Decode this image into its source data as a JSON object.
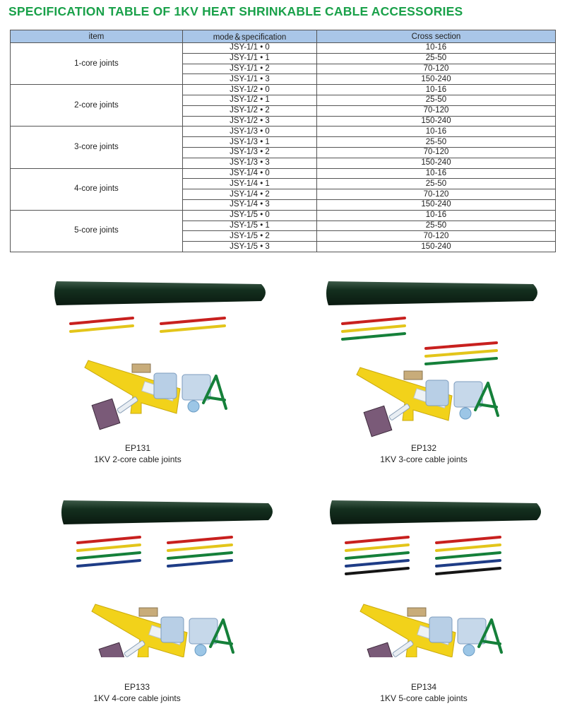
{
  "page_title": "SPECIFICATION TABLE OF 1KV HEAT SHRINKABLE CABLE ACCESSORIES",
  "table": {
    "headers": [
      "item",
      "mode＆specification",
      "Cross section"
    ],
    "groups": [
      {
        "item": "1-core joints",
        "rows": [
          [
            "JSY-1/1 • 0",
            "10-16"
          ],
          [
            "JSY-1/1 • 1",
            "25-50"
          ],
          [
            "JSY-1/1 • 2",
            "70-120"
          ],
          [
            "JSY-1/1 • 3",
            "150-240"
          ]
        ]
      },
      {
        "item": "2-core joints",
        "rows": [
          [
            "JSY-1/2 • 0",
            "10-16"
          ],
          [
            "JSY-1/2 • 1",
            "25-50"
          ],
          [
            "JSY-1/2 • 2",
            "70-120"
          ],
          [
            "JSY-1/2 • 3",
            "150-240"
          ]
        ]
      },
      {
        "item": "3-core joints",
        "rows": [
          [
            "JSY-1/3 • 0",
            "10-16"
          ],
          [
            "JSY-1/3 • 1",
            "25-50"
          ],
          [
            "JSY-1/3 • 2",
            "70-120"
          ],
          [
            "JSY-1/3 • 3",
            "150-240"
          ]
        ]
      },
      {
        "item": "4-core joints",
        "rows": [
          [
            "JSY-1/4 • 0",
            "10-16"
          ],
          [
            "JSY-1/4 • 1",
            "25-50"
          ],
          [
            "JSY-1/4 • 2",
            "70-120"
          ],
          [
            "JSY-1/4 • 3",
            "150-240"
          ]
        ]
      },
      {
        "item": "5-core joints",
        "rows": [
          [
            "JSY-1/5 • 0",
            "10-16"
          ],
          [
            "JSY-1/5 • 1",
            "25-50"
          ],
          [
            "JSY-1/5 • 2",
            "70-120"
          ],
          [
            "JSY-1/5 • 3",
            "150-240"
          ]
        ]
      }
    ]
  },
  "products": [
    {
      "code": "EP131",
      "name": "1KV 2-core cable joints"
    },
    {
      "code": "EP132",
      "name": "1KV 3-core cable joints"
    },
    {
      "code": "EP133",
      "name": "1KV 4-core cable joints"
    },
    {
      "code": "EP134",
      "name": "1KV 5-core cable joints"
    }
  ],
  "colors": {
    "title": "#1aa14a",
    "header_bg": "#a9c6e8",
    "tube_dark": "#14301f",
    "strip_red": "#c8201e",
    "strip_yellow": "#e3c51a",
    "strip_green": "#15803a",
    "strip_blue": "#1e3c86",
    "strip_black": "#151515",
    "mastic_yellow": "#f2d21a"
  }
}
